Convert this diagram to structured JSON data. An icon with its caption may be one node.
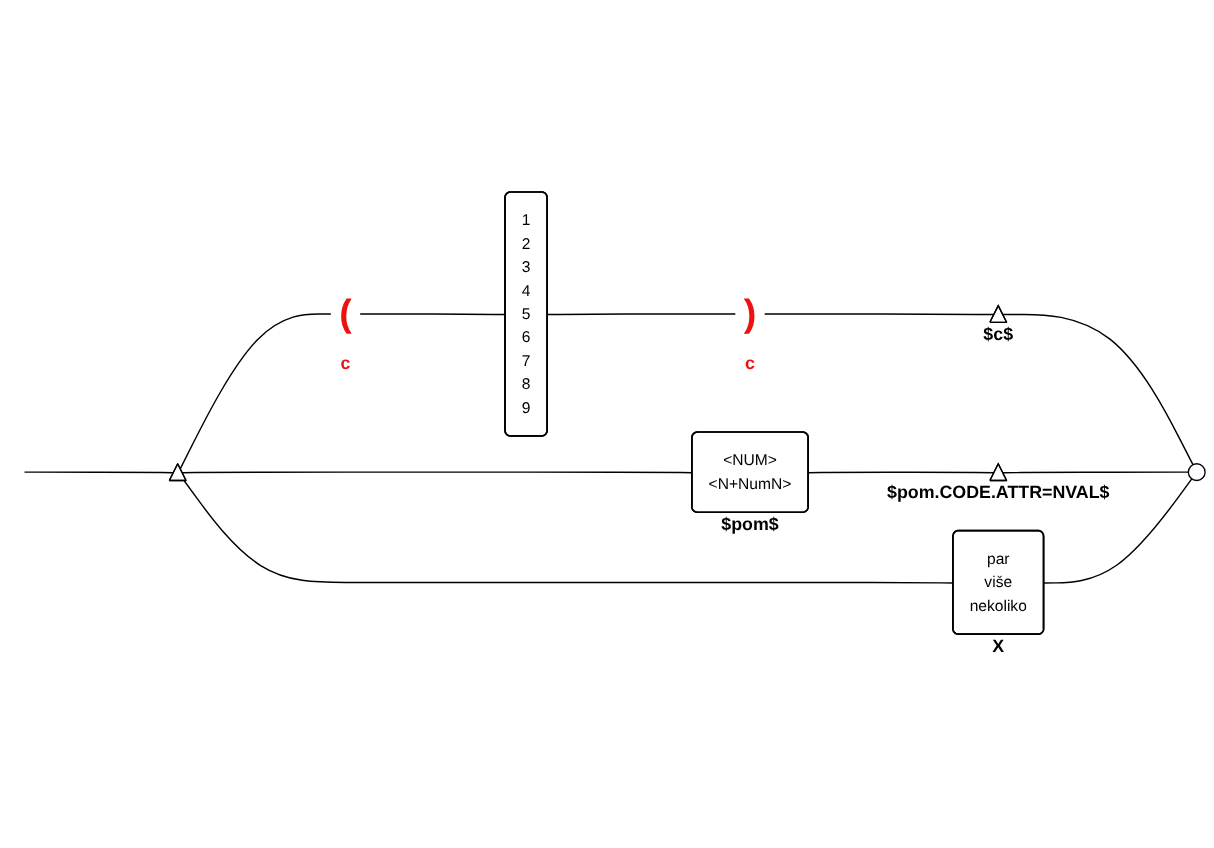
{
  "diagram": {
    "nodes": [
      {
        "text": [],
        "shape": "triangle"
      },
      {
        "text": [
          "("
        ],
        "beside": [
          "c"
        ]
      },
      {
        "text": [
          "1 2 3 4 5 6 7 8 9"
        ]
      },
      {
        "text": [
          ")"
        ],
        "beside": [
          "c"
        ]
      },
      {
        "text": [],
        "shape": "triangle",
        "beside": [
          "$c$"
        ]
      },
      {
        "text": [
          "<NUM> <N+NumN>"
        ],
        "beside": [
          "$pom$"
        ]
      },
      {
        "text": [],
        "shape": "triangle",
        "beside": [
          "$pom.CODE.ATTR=NVAL$"
        ]
      },
      {
        "text": [
          "par više nekoliko"
        ],
        "beside": [
          "X"
        ]
      },
      {
        "text": [],
        "shape": "circle"
      }
    ],
    "edges": [
      {
        "from": null,
        "to": 0,
        "arrow": "none"
      },
      {
        "from": 0,
        "to": 1,
        "arrow": "none"
      },
      {
        "from": 0,
        "to": 5,
        "arrow": "none"
      },
      {
        "from": 0,
        "to": 7,
        "arrow": "none"
      },
      {
        "from": 1,
        "to": 2,
        "arrow": "none"
      },
      {
        "from": 2,
        "to": 3,
        "arrow": "none"
      },
      {
        "from": 3,
        "to": 4,
        "arrow": "none"
      },
      {
        "from": 4,
        "to": 8,
        "arrow": "none"
      },
      {
        "from": 5,
        "to": 6,
        "arrow": "none"
      },
      {
        "from": 6,
        "to": 8,
        "arrow": "none"
      },
      {
        "from": 7,
        "to": 8,
        "arrow": "none"
      }
    ]
  }
}
